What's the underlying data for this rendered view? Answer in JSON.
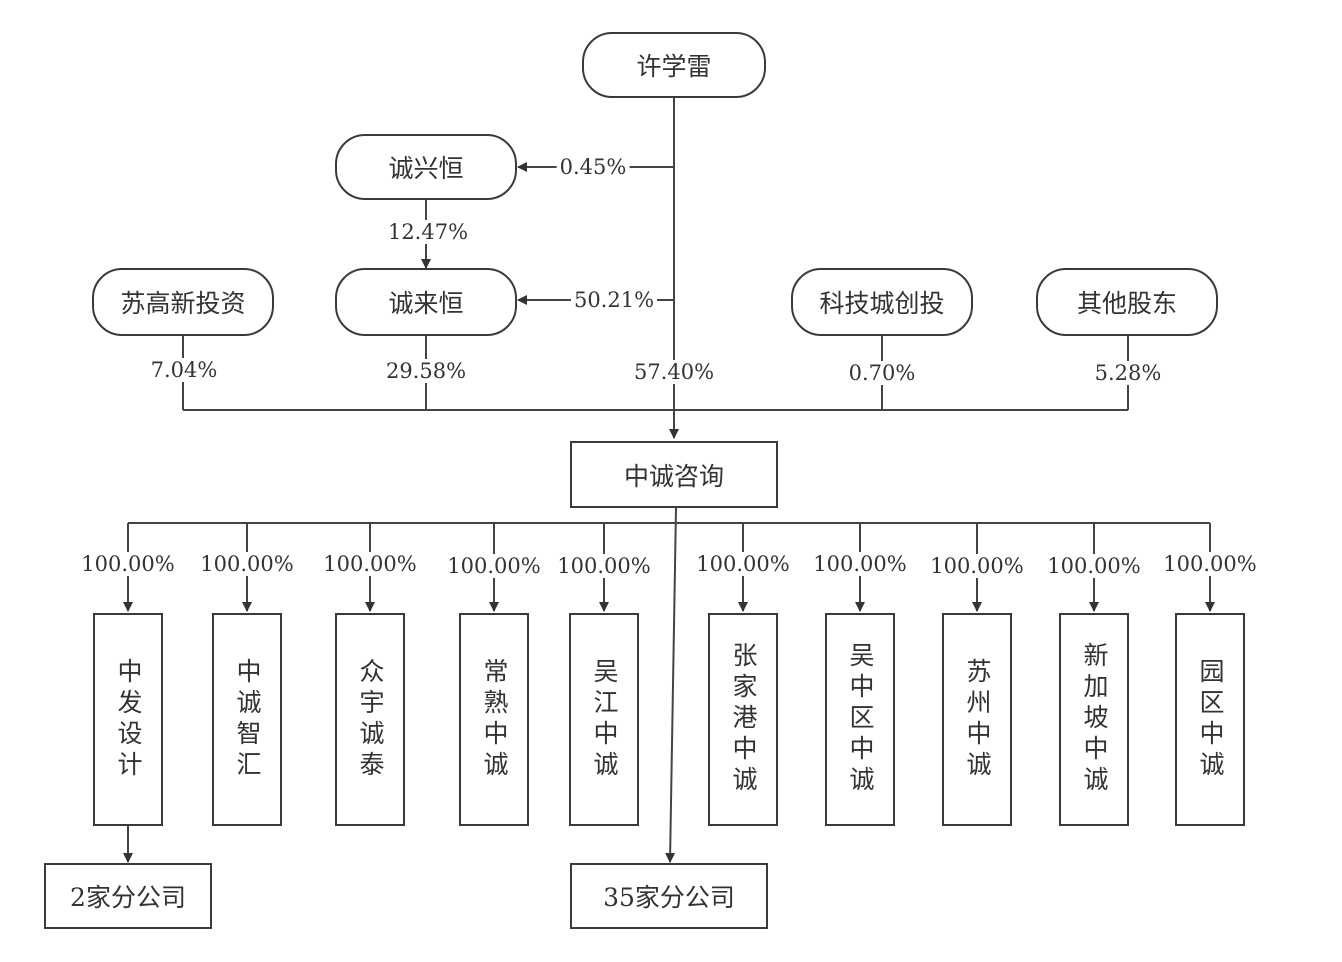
{
  "nodes": {
    "xu_xuelei": "许学雷",
    "cheng_xing_heng": "诚兴恒",
    "cheng_lai_heng": "诚来恒",
    "su_gao_xin": "苏高新投资",
    "ke_ji_cheng": "科技城创投",
    "qi_ta_gu_dong": "其他股东",
    "zhong_cheng": "中诚咨询",
    "branch_2": "2家分公司",
    "branch_35": "35家分公司"
  },
  "percent": {
    "xxl_to_cxh": "0.45%",
    "cxh_to_clh": "12.47%",
    "xxl_to_clh": "50.21%",
    "su_gao_xin": "7.04%",
    "cheng_lai_heng": "29.58%",
    "xu_xuelei": "57.40%",
    "ke_ji_cheng": "0.70%",
    "qi_ta_gu_dong": "5.28%"
  },
  "subsidiaries": [
    {
      "name": "中发设计",
      "pct": "100.00%"
    },
    {
      "name": "中诚智汇",
      "pct": "100.00%"
    },
    {
      "name": "众宇诚泰",
      "pct": "100.00%"
    },
    {
      "name": "常熟中诚",
      "pct": "100.00%"
    },
    {
      "name": "吴江中诚",
      "pct": "100.00%"
    },
    {
      "name": "张家港中诚",
      "pct": "100.00%"
    },
    {
      "name": "吴中区中诚",
      "pct": "100.00%"
    },
    {
      "name": "苏州中诚",
      "pct": "100.00%"
    },
    {
      "name": "新加坡中诚",
      "pct": "100.00%"
    },
    {
      "name": "园区中诚",
      "pct": "100.00%"
    }
  ]
}
